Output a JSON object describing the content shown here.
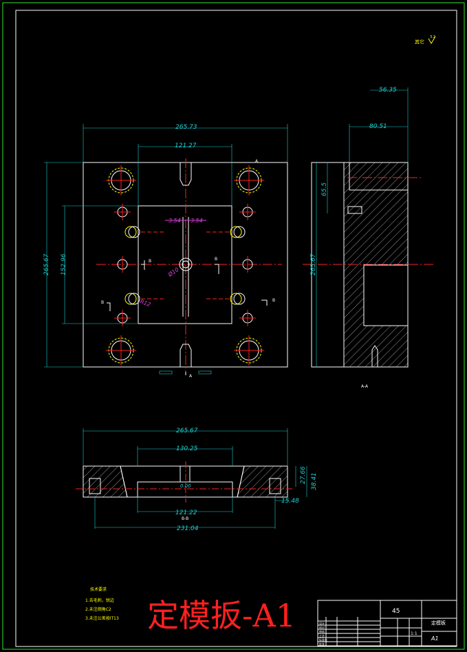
{
  "drawing": {
    "title_text": "定模扳-A1",
    "roughness": "其它",
    "roughness_value": "3.2",
    "section_aa": "A-A",
    "section_bb": "B-B",
    "marker_a": "A",
    "marker_b": "B"
  },
  "dimensions": {
    "top_width": "265.73",
    "inner_width": "121.27",
    "height_left": "265.67",
    "height_inner": "152.96",
    "side_top": "56.35",
    "side_second": "80.51",
    "side_depth": "65.5",
    "side_height": "265.67",
    "bottom_width": "265.67",
    "bottom_inner": "130.25",
    "bottom_height1": "27.66",
    "bottom_height2": "38.41",
    "bottom_side": "15.48",
    "bottom_mid": "121.22",
    "bottom_total": "231.04",
    "center_text": "0.00",
    "mag_left": "3.54",
    "mag_right": "3.54",
    "mag_diam": "Ø10",
    "mag_angle": "R12"
  },
  "notes": {
    "heading": "技术要求",
    "items": [
      "1.去毛刺，锐边",
      "2.未注倒角C2",
      "3.未注公差按IT13"
    ]
  },
  "title_block": {
    "material": "45",
    "part_name": "定模板",
    "sheet": "A1",
    "scale": "1:1",
    "rows": [
      "设计",
      "校对",
      "审核",
      "工艺",
      "标准化",
      "批准"
    ]
  }
}
